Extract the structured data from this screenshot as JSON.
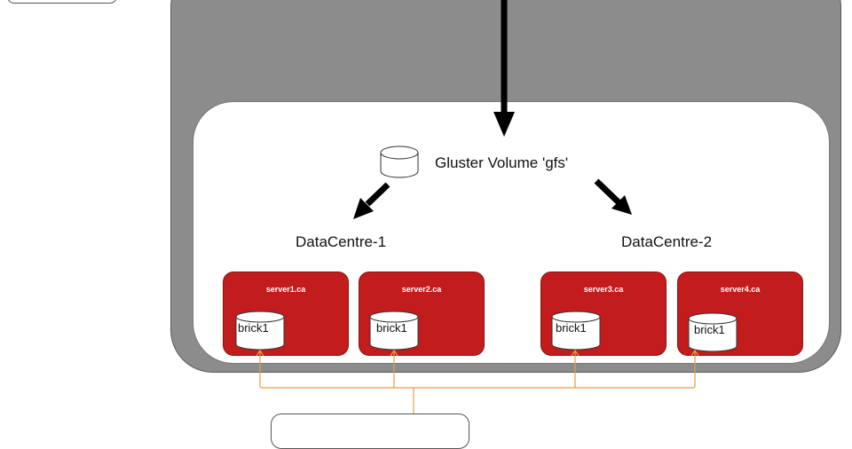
{
  "volume": {
    "title": "Gluster Volume 'gfs'"
  },
  "datacentres": [
    {
      "label": "DataCentre-1"
    },
    {
      "label": "DataCentre-2"
    }
  ],
  "servers": [
    {
      "name": "server1.ca",
      "brick": "brick1"
    },
    {
      "name": "server2.ca",
      "brick": "brick1"
    },
    {
      "name": "server3.ca",
      "brick": "brick1"
    },
    {
      "name": "server4.ca",
      "brick": "brick1"
    }
  ],
  "colors": {
    "outer": "#8c8c8c",
    "server": "#c31c1c",
    "connector": "#e0a050"
  }
}
